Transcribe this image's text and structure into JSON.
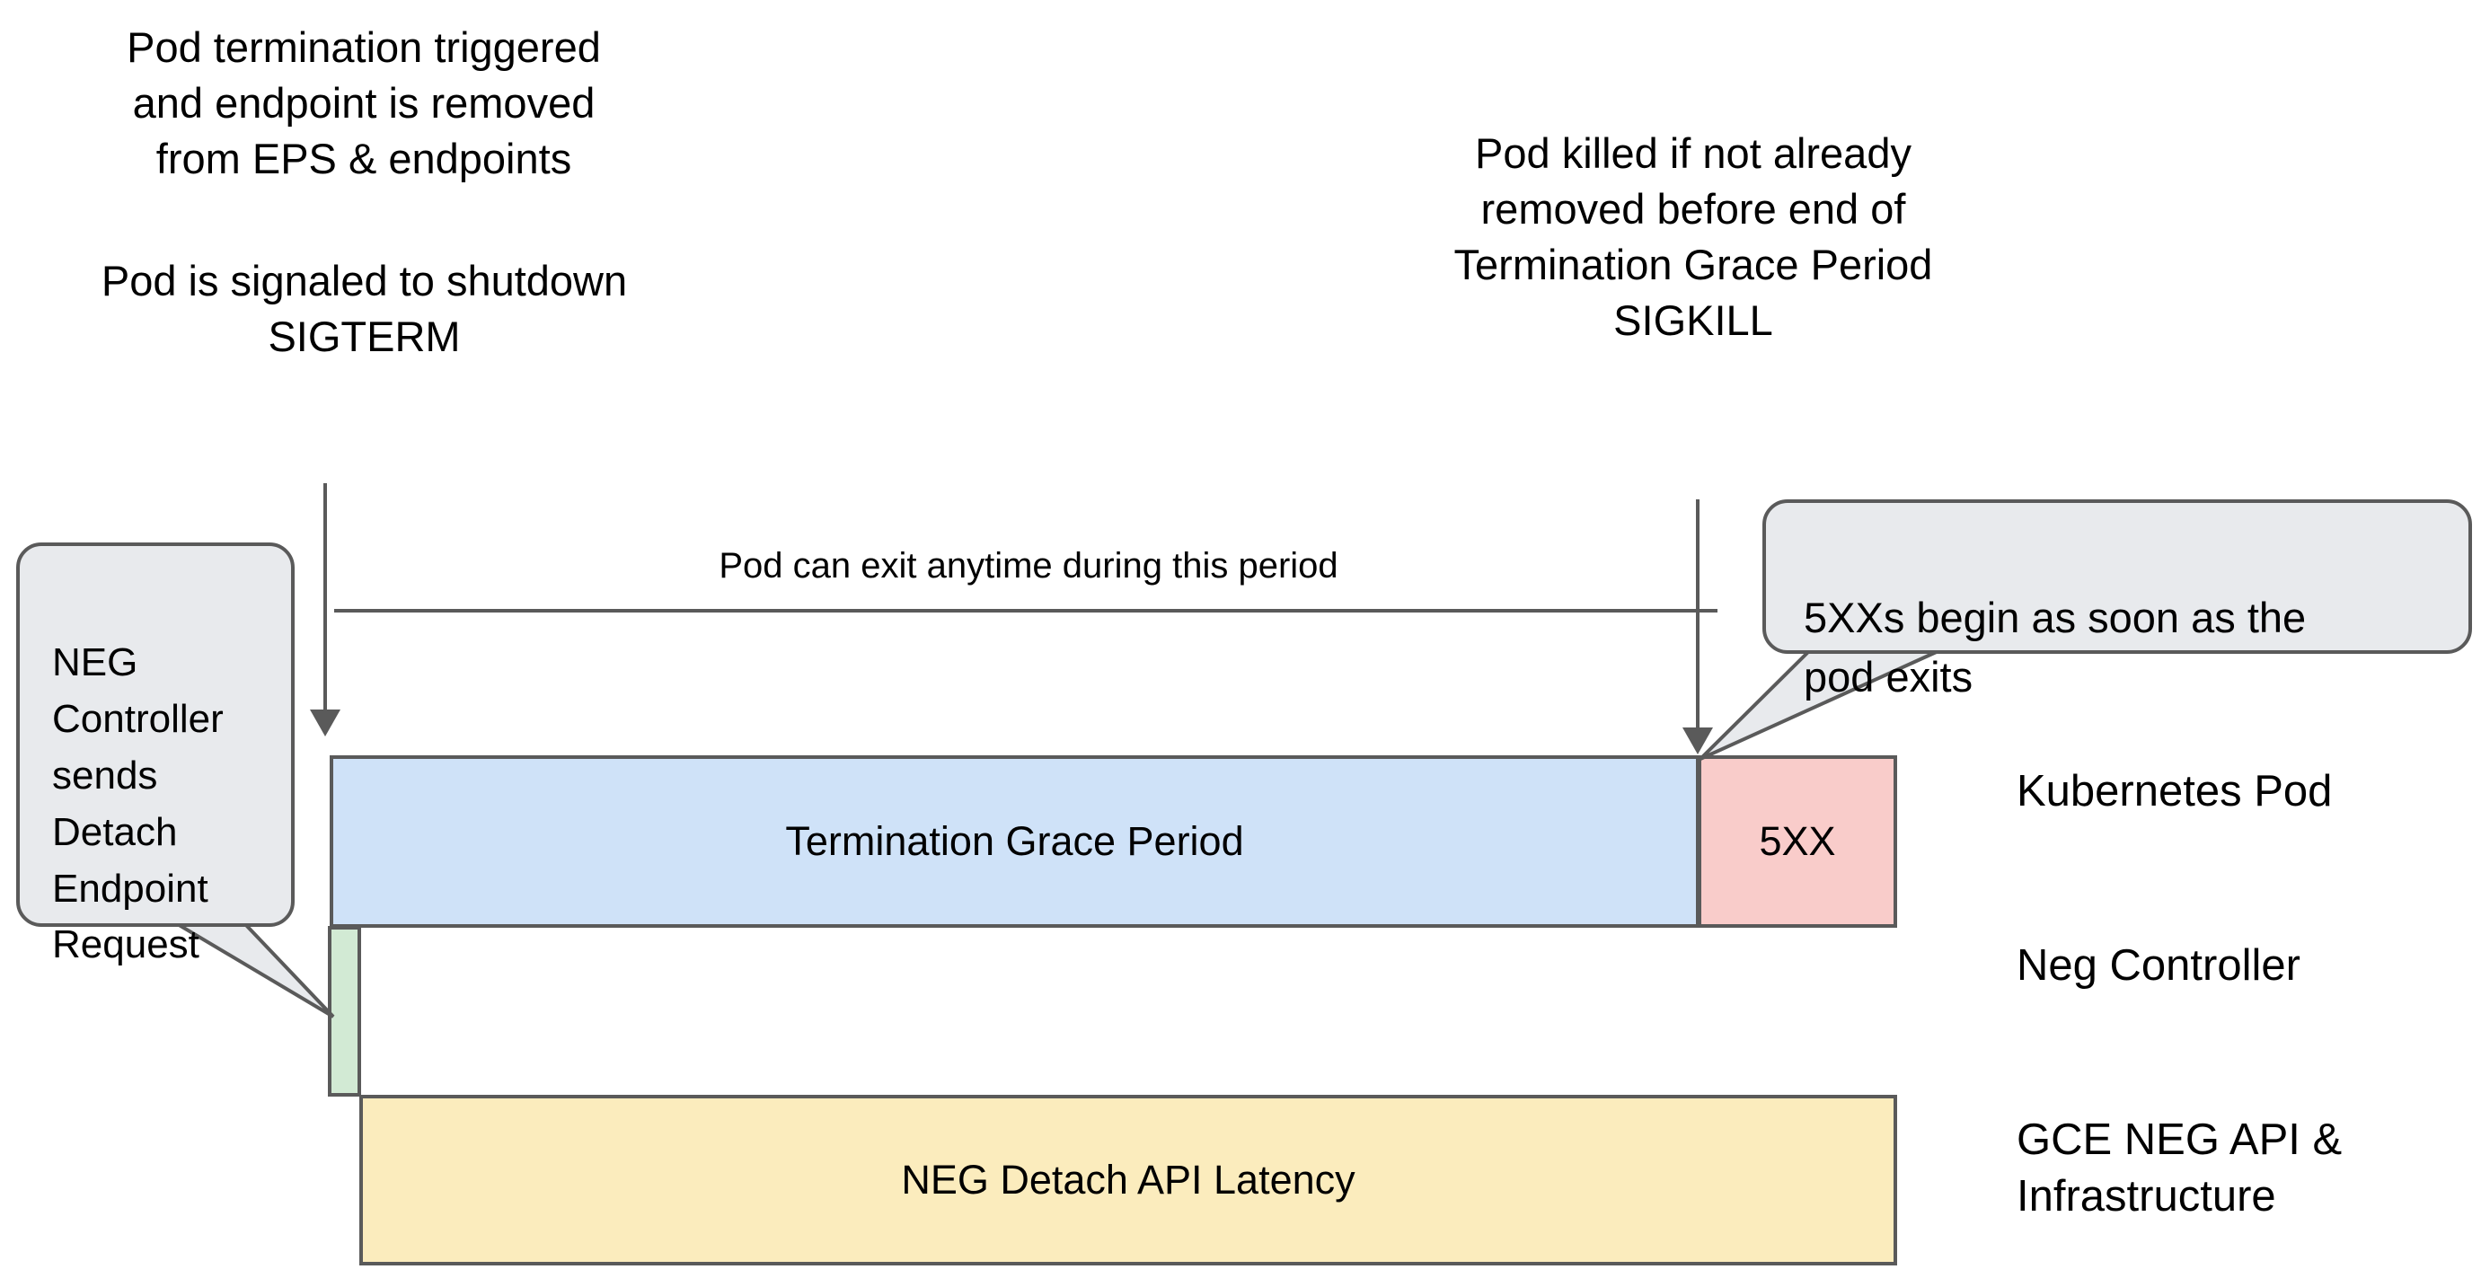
{
  "diagram": {
    "title": "Kubernetes Pod termination and NEG detach timeline",
    "notes": {
      "termination": "Pod termination triggered\nand endpoint is removed\nfrom EPS & endpoints",
      "sigterm": "Pod is signaled to shutdown\nSIGTERM",
      "sigkill": "Pod killed if not already\nremoved before end of\nTermination Grace Period\nSIGKILL"
    },
    "span": {
      "label": "Pod can exit anytime during this period"
    },
    "callouts": [
      {
        "id": "neg-detach-request",
        "text": "NEG\nController\nsends\nDetach\nEndpoint\nRequest",
        "fill": "#e8eaed",
        "stroke": "#5a5a5a"
      },
      {
        "id": "5xx-begin",
        "text": "5XXs begin as soon as the\npod exits",
        "fill": "#e8eaed",
        "stroke": "#5a5a5a"
      }
    ],
    "lanes": [
      {
        "id": "kubernetes-pod",
        "label": "Kubernetes Pod"
      },
      {
        "id": "neg-controller",
        "label": "Neg Controller"
      },
      {
        "id": "gce-neg-api",
        "label": "GCE NEG API &\nInfrastructure"
      }
    ],
    "bars": [
      {
        "id": "termination-grace-period",
        "label": "Termination Grace Period",
        "lane": "kubernetes-pod",
        "fill": "#cfe2f8",
        "stroke": "#5a5a5a"
      },
      {
        "id": "5xx",
        "label": "5XX",
        "lane": "kubernetes-pod",
        "fill": "#f9ccca",
        "stroke": "#5a5a5a"
      },
      {
        "id": "neg-detach-window",
        "label": "",
        "lane": "neg-controller",
        "fill": "#d2ead4",
        "stroke": "#5a5a5a"
      },
      {
        "id": "neg-detach-api-latency",
        "label": "NEG Detach API Latency",
        "lane": "gce-neg-api",
        "fill": "#fbecbd",
        "stroke": "#5a5a5a"
      }
    ],
    "markers": [
      {
        "id": "termination-start-arrow",
        "icon": "down-arrow-icon"
      },
      {
        "id": "grace-period-end-arrow",
        "icon": "down-arrow-icon"
      }
    ],
    "colors": {
      "background": "#ffffff",
      "stroke": "#5a5a5a",
      "text": "#000000"
    }
  }
}
